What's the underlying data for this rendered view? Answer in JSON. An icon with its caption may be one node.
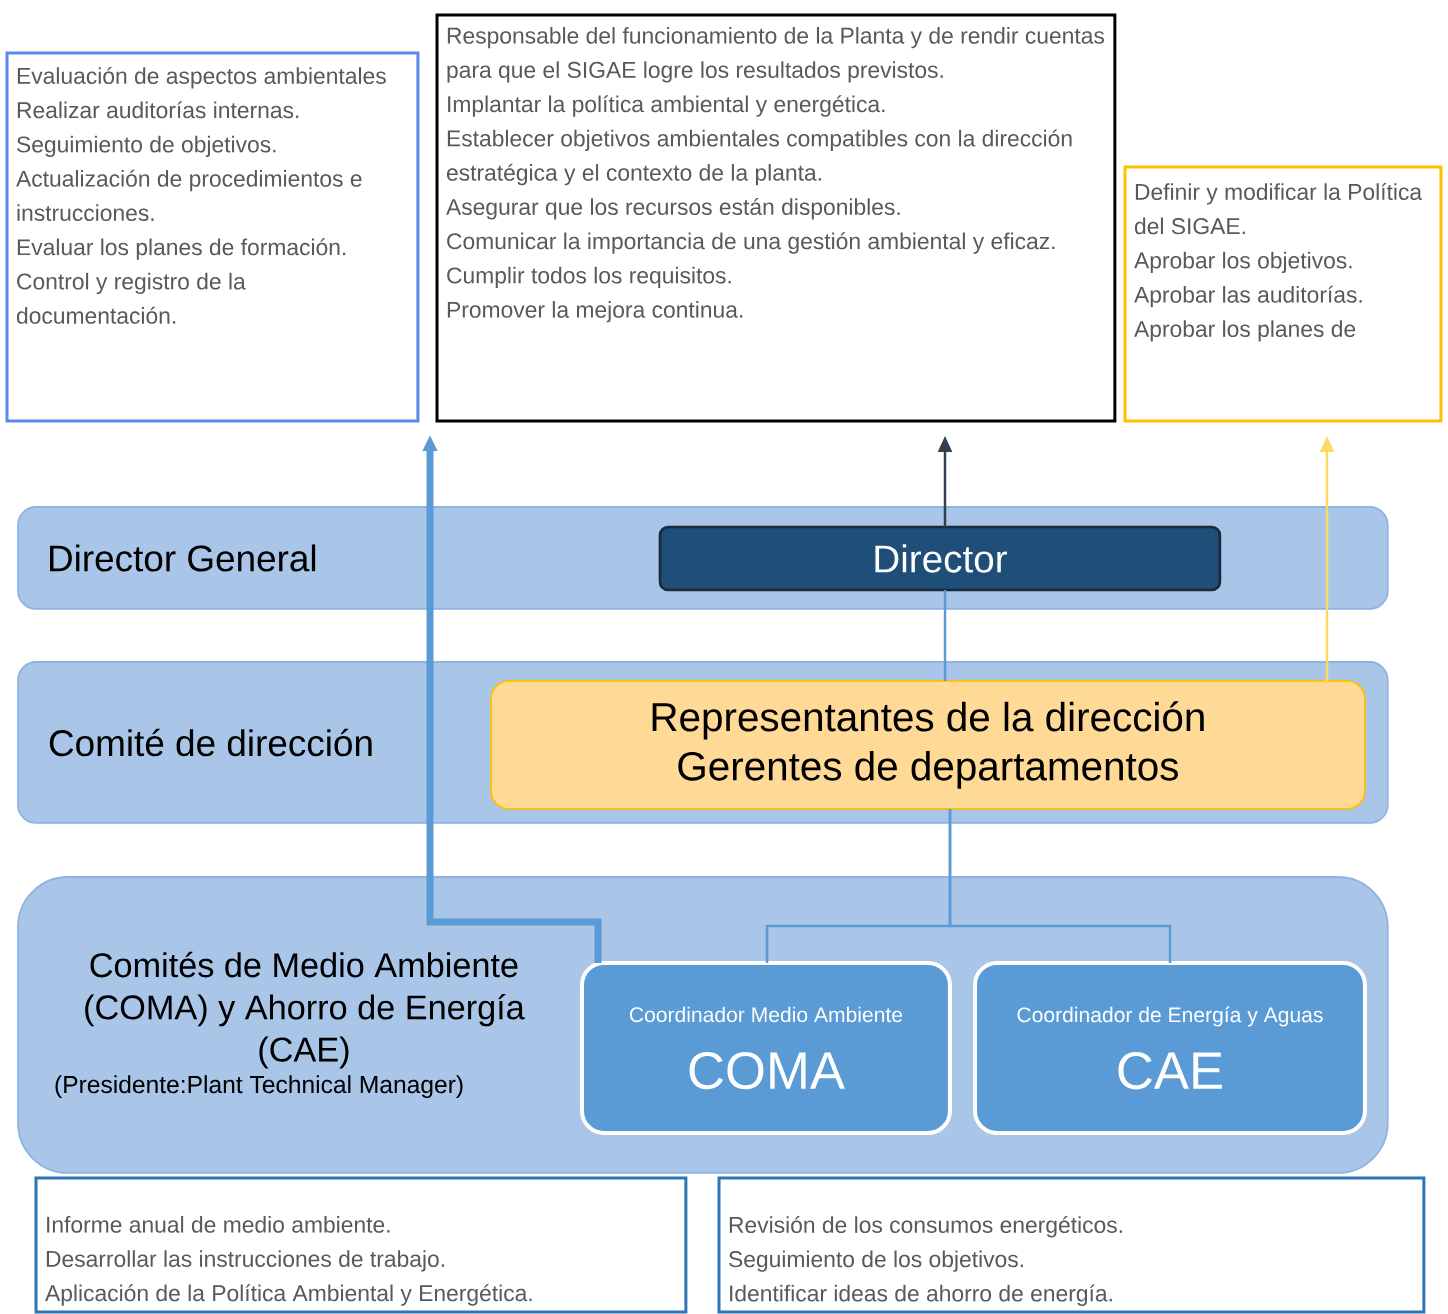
{
  "diagram": {
    "nodes": [
      {
        "text": [
          "Evaluación de aspectos ambientales",
          "Realizar auditorías internas.",
          "Seguimiento de objetivos.",
          "Actualización de procedimientos e instrucciones.",
          "Evaluar los planes de formación.",
          "Control y registro de la documentación."
        ]
      },
      {
        "text": [
          "Responsable del funcionamiento de la Planta y de rendir cuentas para que el SIGAE logre los resultados previstos.",
          "Implantar la política ambiental y energética.",
          "Establecer objetivos ambientales compatibles con la dirección estratégica y el contexto de la planta.",
          "Asegurar que los recursos están disponibles.",
          "Comunicar la importancia de una gestión ambiental y eficaz.",
          "Cumplir todos los requisitos.",
          "Promover la mejora continua."
        ]
      },
      {
        "text": [
          "Definir y modificar la Política del SIGAE.",
          "Aprobar los objetivos.",
          "Aprobar las auditorías.",
          "Aprobar los planes de"
        ]
      },
      {
        "text": [
          "Director General"
        ]
      },
      {
        "text": [
          "Director"
        ],
        "in": 3
      },
      {
        "text": [
          "Comité de dirección"
        ]
      },
      {
        "text": [
          "Representantes de la dirección",
          "Gerentes de departamentos"
        ],
        "in": 5
      },
      {
        "text": [
          "Comités de Medio Ambiente (COMA) y Ahorro de Energía (CAE)",
          "(Presidente:Plant Technical Manager)"
        ]
      },
      {
        "text": [
          "Coordinador Medio Ambiente",
          "COMA"
        ],
        "in": 7
      },
      {
        "text": [
          "Coordinador de Energía y Aguas",
          "CAE"
        ],
        "in": 7
      },
      {
        "text": [
          "Informe anual de medio ambiente.",
          "Desarrollar las instrucciones de trabajo.",
          "Aplicación de la Política Ambiental y Energética."
        ]
      },
      {
        "text": [
          "Revisión de los consumos energéticos.",
          "Seguimiento de los objetivos.",
          "Identificar ideas de ahorro de energía."
        ]
      }
    ],
    "edges": [
      {
        "from": 4,
        "to": 1,
        "arrow": "to",
        "color": "#323f4f"
      },
      {
        "from": 6,
        "to": 2,
        "arrow": "to",
        "color": "#ffd966"
      },
      {
        "from": 8,
        "to": 0,
        "arrow": "to",
        "style": "thick",
        "color": "#5b9bd5"
      },
      {
        "from": 4,
        "to": 6,
        "arrow": "none",
        "color": "#5b9bd5"
      },
      {
        "from": 6,
        "to": 8,
        "arrow": "none",
        "color": "#5b9bd5"
      },
      {
        "from": 6,
        "to": 9,
        "arrow": "none",
        "color": "#5b9bd5"
      }
    ]
  }
}
